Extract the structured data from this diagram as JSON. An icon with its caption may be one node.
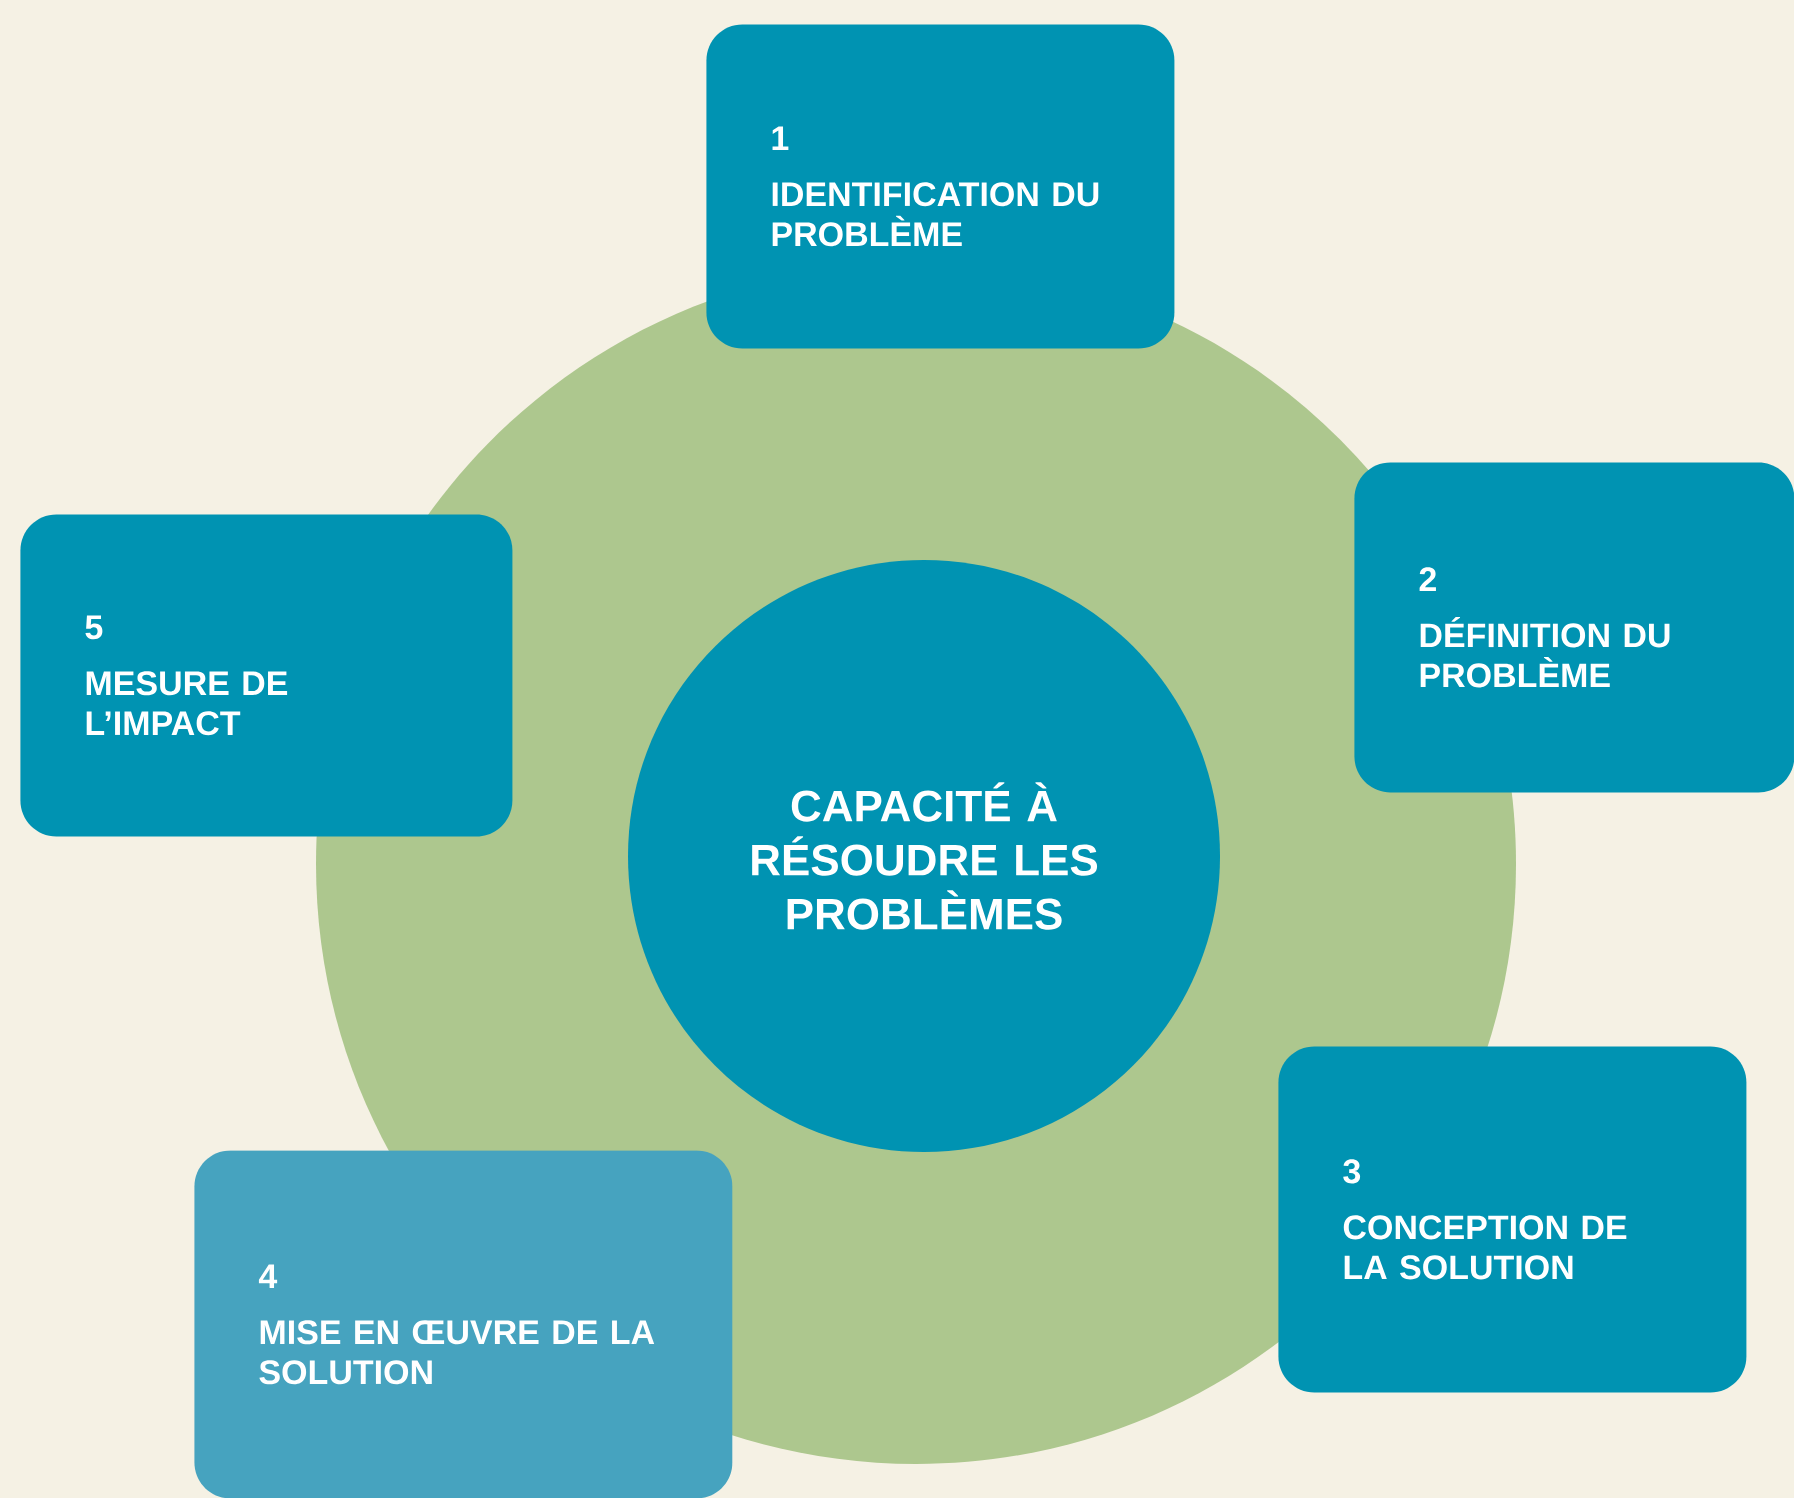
{
  "diagram": {
    "nodes": [
      {
        "text": [
          "CAPACITÉ À RÉSOUDRE LES PROBLÈMES"
        ]
      },
      {
        "text": [
          "1",
          "IDENTIFICATION DU PROBLÈME"
        ]
      },
      {
        "text": [
          "2",
          "DÉFINITION DU PROBLÈME"
        ]
      },
      {
        "text": [
          "3",
          "CONCEPTION DE LA SOLUTION"
        ]
      },
      {
        "text": [
          "4",
          "MISE EN ŒUVRE DE LA SOLUTION"
        ]
      },
      {
        "text": [
          "5",
          "MESURE DE L’IMPACT"
        ]
      }
    ]
  }
}
